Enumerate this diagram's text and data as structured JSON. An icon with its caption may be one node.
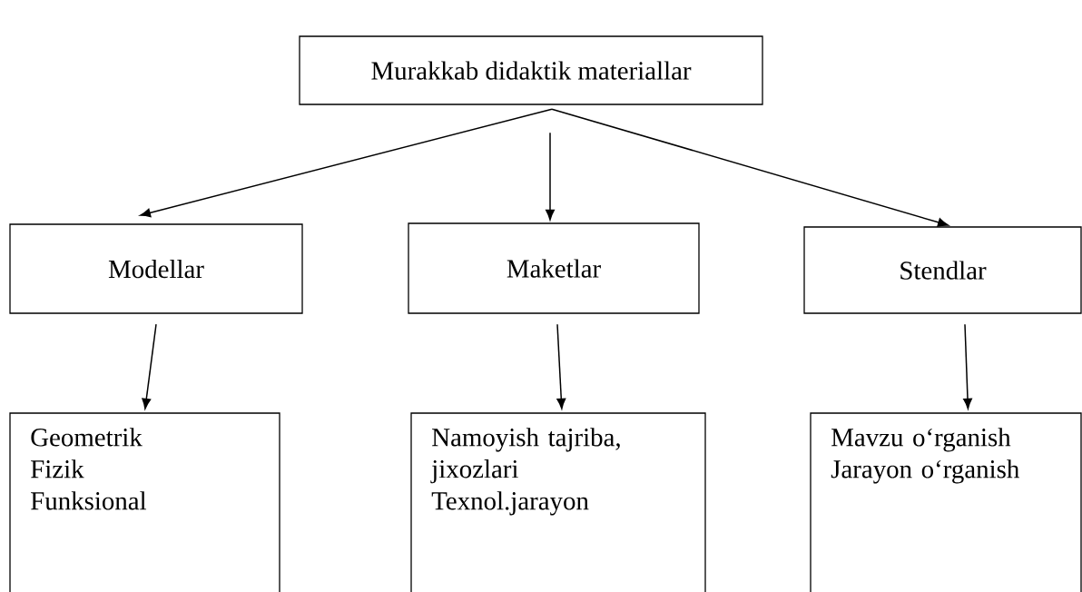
{
  "diagram": {
    "nodes": [
      {
        "text": [
          "Murakkab didaktik materiallar"
        ]
      },
      {
        "text": [
          "Modellar"
        ]
      },
      {
        "text": [
          "Maketlar"
        ]
      },
      {
        "text": [
          "Stendlar"
        ]
      },
      {
        "text": [
          "Geometrik",
          "Fizik",
          "Funksional"
        ]
      },
      {
        "text": [
          "Namoyish tajriba, jixozlari",
          "Texnol.jarayon"
        ]
      },
      {
        "text": [
          "Mavzu o‘rganish",
          "Jarayon o‘rganish"
        ]
      }
    ],
    "edges": [
      {
        "from": 0,
        "to": 1,
        "arrow": "to"
      },
      {
        "from": 0,
        "to": 2,
        "arrow": "to"
      },
      {
        "from": 0,
        "to": 3,
        "arrow": "to"
      },
      {
        "from": 1,
        "to": 4,
        "arrow": "to"
      },
      {
        "from": 2,
        "to": 5,
        "arrow": "to"
      },
      {
        "from": 3,
        "to": 6,
        "arrow": "to"
      }
    ]
  }
}
